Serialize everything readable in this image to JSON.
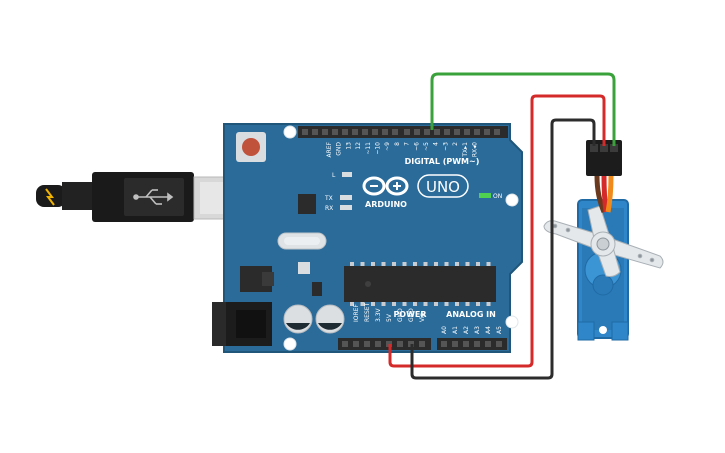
{
  "board": {
    "brand": "ARDUINO",
    "model": "UNO",
    "digital_header_label": "DIGITAL (PWM~)",
    "power_header_label": "POWER",
    "analog_header_label": "ANALOG IN",
    "led_l_label": "L",
    "led_tx_label": "TX",
    "led_rx_label": "RX",
    "on_label": "ON",
    "digital_pins": [
      "AREF",
      "GND",
      "13",
      "12",
      "~11",
      "~10",
      "~9",
      "8",
      "7",
      "~6",
      "~5",
      "4",
      "~3",
      "2",
      "TX▸1",
      "RX◂0"
    ],
    "power_pins": [
      "IOREF",
      "RESET",
      "3.3V",
      "5V",
      "GND",
      "GND",
      "Vin"
    ],
    "analog_pins": [
      "A0",
      "A1",
      "A2",
      "A3",
      "A4",
      "A5"
    ]
  },
  "colors": {
    "board": "#2a6b9a",
    "board_edge": "#1f5679",
    "header": "#2b2b2b",
    "wire_signal": "#3aa23a",
    "wire_power": "#d42a2a",
    "wire_ground": "#2c2c2c",
    "servo_body": "#2f86c8",
    "usb_plug": "#d9d9d9",
    "reset_button": "#c0513b"
  },
  "connections": [
    {
      "from": "~5",
      "to": "servo-signal",
      "color": "wire_signal"
    },
    {
      "from": "5V",
      "to": "servo-power",
      "color": "wire_power"
    },
    {
      "from": "GND",
      "to": "servo-ground",
      "color": "wire_ground"
    }
  ]
}
